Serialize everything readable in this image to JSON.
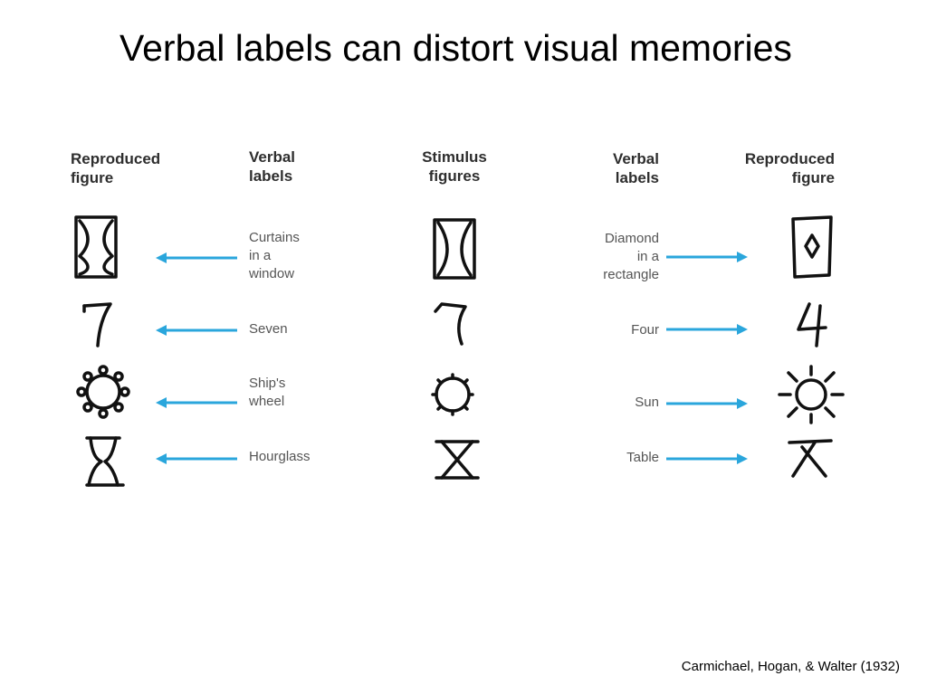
{
  "title": "Verbal labels can distort visual memories",
  "headers": {
    "reproduced_left": "Reproduced\nfigure",
    "verbal_left": "Verbal\nlabels",
    "stimulus": "Stimulus\nfigures",
    "verbal_right": "Verbal\nlabels",
    "reproduced_right": "Reproduced\nfigure"
  },
  "left_labels": [
    "Curtains\nin a\nwindow",
    "Seven",
    "Ship's\nwheel",
    "Hourglass"
  ],
  "right_labels": [
    "Diamond\nin a\nrectangle",
    "Four",
    "Sun",
    "Table"
  ],
  "citation": "Carmichael, Hogan, & Walter (1932)",
  "colors": {
    "arrow": "#2aa6dc",
    "figure": "#111111",
    "header": "#2e2e2e",
    "label": "#555555"
  }
}
